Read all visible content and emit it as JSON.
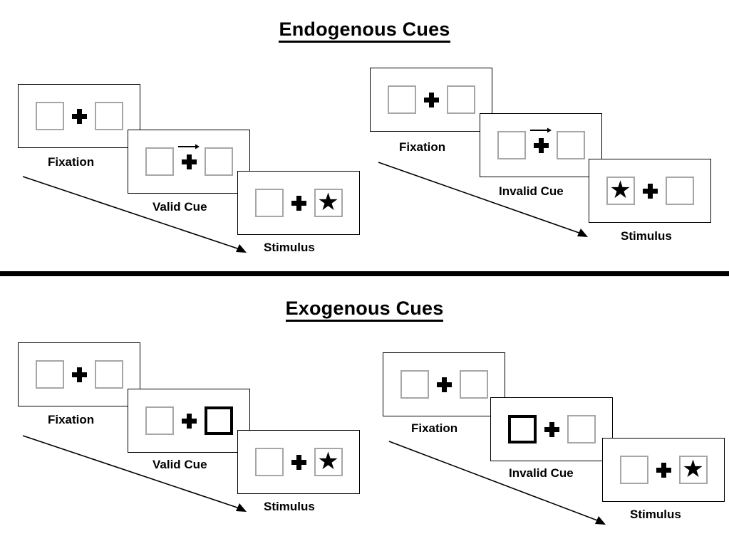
{
  "figure": {
    "sections": [
      {
        "id": "endogenous",
        "title": "Endogenous Cues",
        "groups": [
          {
            "id": "endogenous-valid",
            "condition_label": "Valid Cue",
            "frames": [
              {
                "name": "fixation",
                "caption": "Fixation",
                "left_box": "empty",
                "right_box": "empty",
                "cue": "none"
              },
              {
                "name": "cue",
                "caption": "Valid Cue",
                "left_box": "empty",
                "right_box": "empty",
                "cue": "arrow-right"
              },
              {
                "name": "stimulus",
                "caption": "Stimulus",
                "left_box": "empty",
                "right_box": "star",
                "cue": "none"
              }
            ]
          },
          {
            "id": "endogenous-invalid",
            "condition_label": "Invalid Cue",
            "frames": [
              {
                "name": "fixation",
                "caption": "Fixation",
                "left_box": "empty",
                "right_box": "empty",
                "cue": "none"
              },
              {
                "name": "cue",
                "caption": "Invalid Cue",
                "left_box": "empty",
                "right_box": "empty",
                "cue": "arrow-right"
              },
              {
                "name": "stimulus",
                "caption": "Stimulus",
                "left_box": "star",
                "right_box": "empty",
                "cue": "none"
              }
            ]
          }
        ]
      },
      {
        "id": "exogenous",
        "title": "Exogenous Cues",
        "groups": [
          {
            "id": "exogenous-valid",
            "condition_label": "Valid Cue",
            "frames": [
              {
                "name": "fixation",
                "caption": "Fixation",
                "left_box": "empty",
                "right_box": "empty",
                "cue": "none"
              },
              {
                "name": "cue",
                "caption": "Valid Cue",
                "left_box": "empty",
                "right_box": "highlight",
                "cue": "box-right"
              },
              {
                "name": "stimulus",
                "caption": "Stimulus",
                "left_box": "empty",
                "right_box": "star",
                "cue": "none"
              }
            ]
          },
          {
            "id": "exogenous-invalid",
            "condition_label": "Invalid Cue",
            "frames": [
              {
                "name": "fixation",
                "caption": "Fixation",
                "left_box": "empty",
                "right_box": "empty",
                "cue": "none"
              },
              {
                "name": "cue",
                "caption": "Invalid Cue",
                "left_box": "highlight",
                "right_box": "empty",
                "cue": "box-left"
              },
              {
                "name": "stimulus",
                "caption": "Stimulus",
                "left_box": "empty",
                "right_box": "star",
                "cue": "none"
              }
            ]
          }
        ]
      }
    ],
    "glyphs": {
      "star": "★"
    },
    "colors": {
      "box_border": "#a6a6a6",
      "cued_box_border": "#000000",
      "panel_border": "#000000",
      "text": "#000000",
      "background": "#ffffff"
    }
  }
}
